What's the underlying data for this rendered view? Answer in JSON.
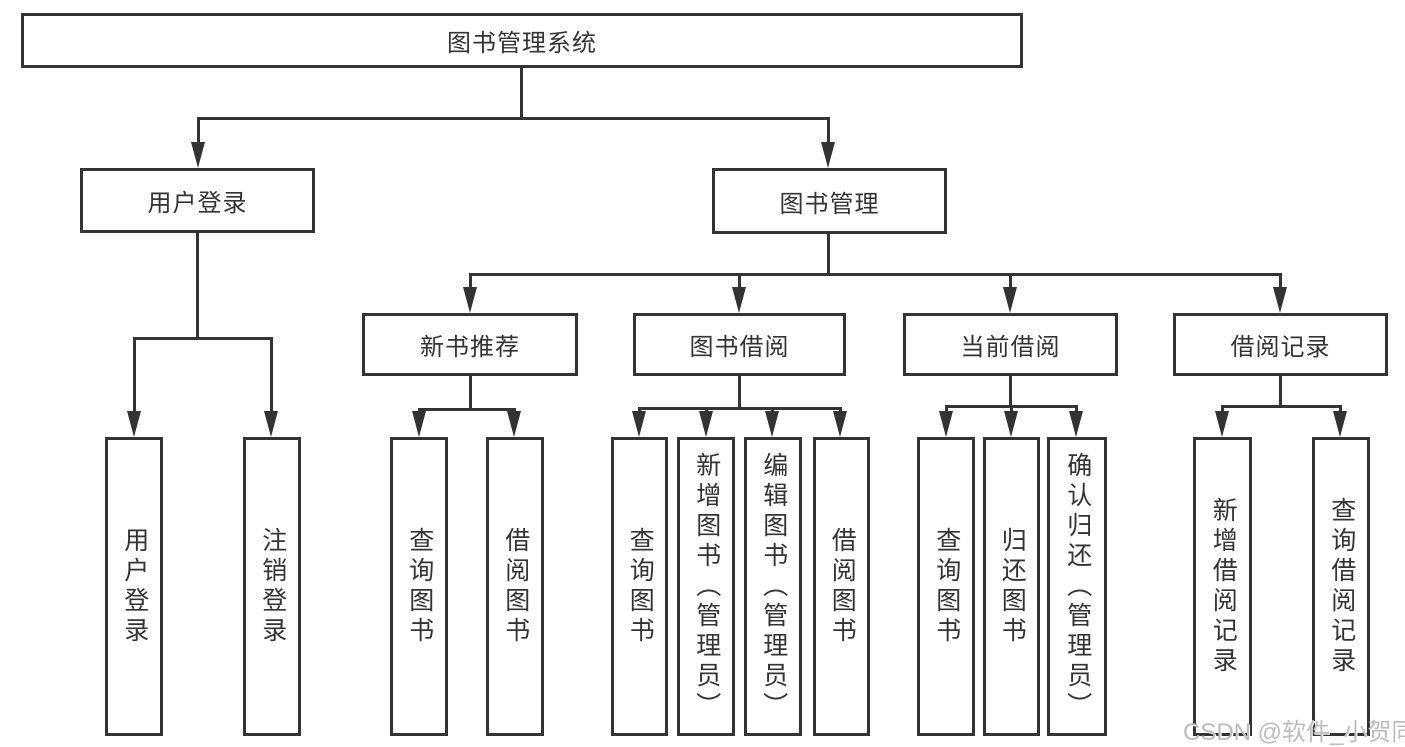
{
  "diagram": {
    "root": "图书管理系统",
    "branches": [
      {
        "label": "用户登录",
        "children": [
          "用户登录",
          "注销登录"
        ]
      },
      {
        "label": "图书管理",
        "children": [
          {
            "label": "新书推荐",
            "children": [
              "查询图书",
              "借阅图书"
            ]
          },
          {
            "label": "图书借阅",
            "children": [
              "查询图书",
              "新增图书（管理员）",
              "编辑图书（管理员）",
              "借阅图书"
            ]
          },
          {
            "label": "当前借阅",
            "children": [
              "查询图书",
              "归还图书",
              "确认归还（管理员）"
            ]
          },
          {
            "label": "借阅记录",
            "children": [
              "新增借阅记录",
              "查询借阅记录"
            ]
          }
        ]
      }
    ]
  },
  "watermark": "CSDN @软件_小贺同学",
  "colors": {
    "line": "#333333",
    "node_border": "#333333",
    "text": "#333333",
    "watermark": "#bcbcbc",
    "background": "#ffffff"
  }
}
